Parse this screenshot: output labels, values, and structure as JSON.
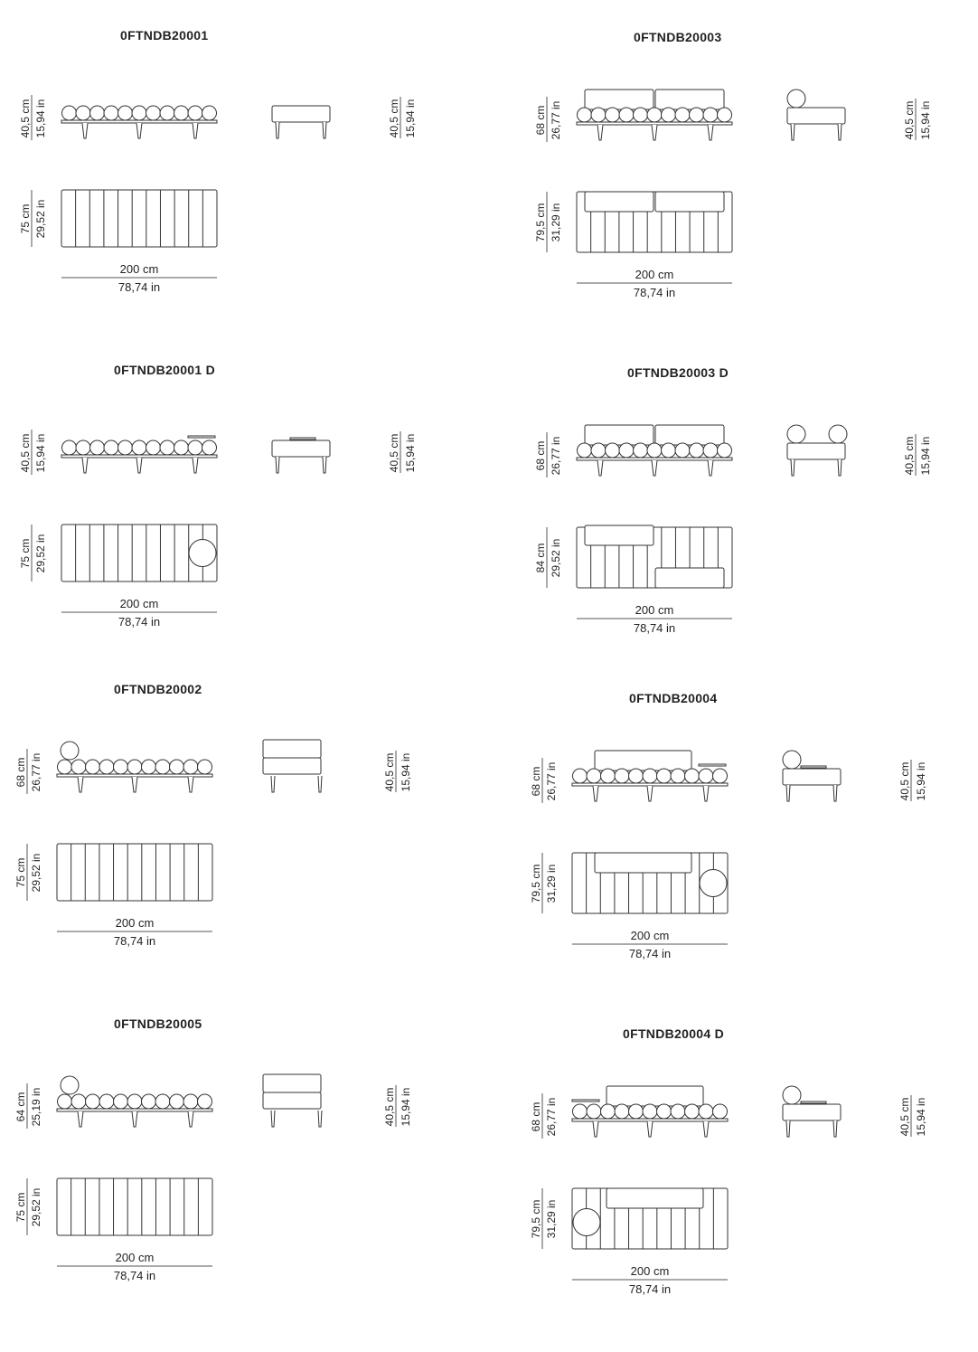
{
  "blocks": [
    {
      "code": "0FTNDB20001",
      "front_h_cm": "40,5 cm",
      "front_h_in": "15,94 in",
      "depth_cm": "75 cm",
      "depth_in": "29,52 in",
      "width_cm": "200 cm",
      "width_in": "78,74 in",
      "side_h_cm": "40,5 cm",
      "side_h_in": "15,94 in"
    },
    {
      "code": "0FTNDB20003",
      "front_h_cm": "68 cm",
      "front_h_in": "26,77 in",
      "depth_cm": "79,5 cm",
      "depth_in": "31,29 in",
      "width_cm": "200 cm",
      "width_in": "78,74 in",
      "side_h_cm": "40,5 cm",
      "side_h_in": "15,94 in"
    },
    {
      "code": "0FTNDB20001 D",
      "front_h_cm": "40,5 cm",
      "front_h_in": "15,94 in",
      "depth_cm": "75 cm",
      "depth_in": "29,52 in",
      "width_cm": "200 cm",
      "width_in": "78,74 in",
      "side_h_cm": "40,5 cm",
      "side_h_in": "15,94 in"
    },
    {
      "code": "0FTNDB20003 D",
      "front_h_cm": "68 cm",
      "front_h_in": "26,77 in",
      "depth_cm": "84 cm",
      "depth_in": "29,52 in",
      "width_cm": "200 cm",
      "width_in": "78,74 in",
      "side_h_cm": "40,5 cm",
      "side_h_in": "15,94 in"
    },
    {
      "code": "0FTNDB20002",
      "front_h_cm": "68 cm",
      "front_h_in": "26,77 in",
      "depth_cm": "75 cm",
      "depth_in": "29,52 in",
      "width_cm": "200 cm",
      "width_in": "78,74 in",
      "side_h_cm": "40,5 cm",
      "side_h_in": "15,94 in"
    },
    {
      "code": "0FTNDB20004",
      "front_h_cm": "68 cm",
      "front_h_in": "26,77 in",
      "depth_cm": "79,5 cm",
      "depth_in": "31,29 in",
      "width_cm": "200 cm",
      "width_in": "78,74 in",
      "side_h_cm": "40,5 cm",
      "side_h_in": "15,94 in"
    },
    {
      "code": "0FTNDB20005",
      "front_h_cm": "64 cm",
      "front_h_in": "25,19 in",
      "depth_cm": "75 cm",
      "depth_in": "29,52 in",
      "width_cm": "200 cm",
      "width_in": "78,74 in",
      "side_h_cm": "40,5 cm",
      "side_h_in": "15,94 in"
    },
    {
      "code": "0FTNDB20004 D",
      "front_h_cm": "68 cm",
      "front_h_in": "26,77 in",
      "depth_cm": "79,5 cm",
      "depth_in": "31,29 in",
      "width_cm": "200 cm",
      "width_in": "78,74 in",
      "side_h_cm": "40,5 cm",
      "side_h_in": "15,94 in"
    }
  ]
}
